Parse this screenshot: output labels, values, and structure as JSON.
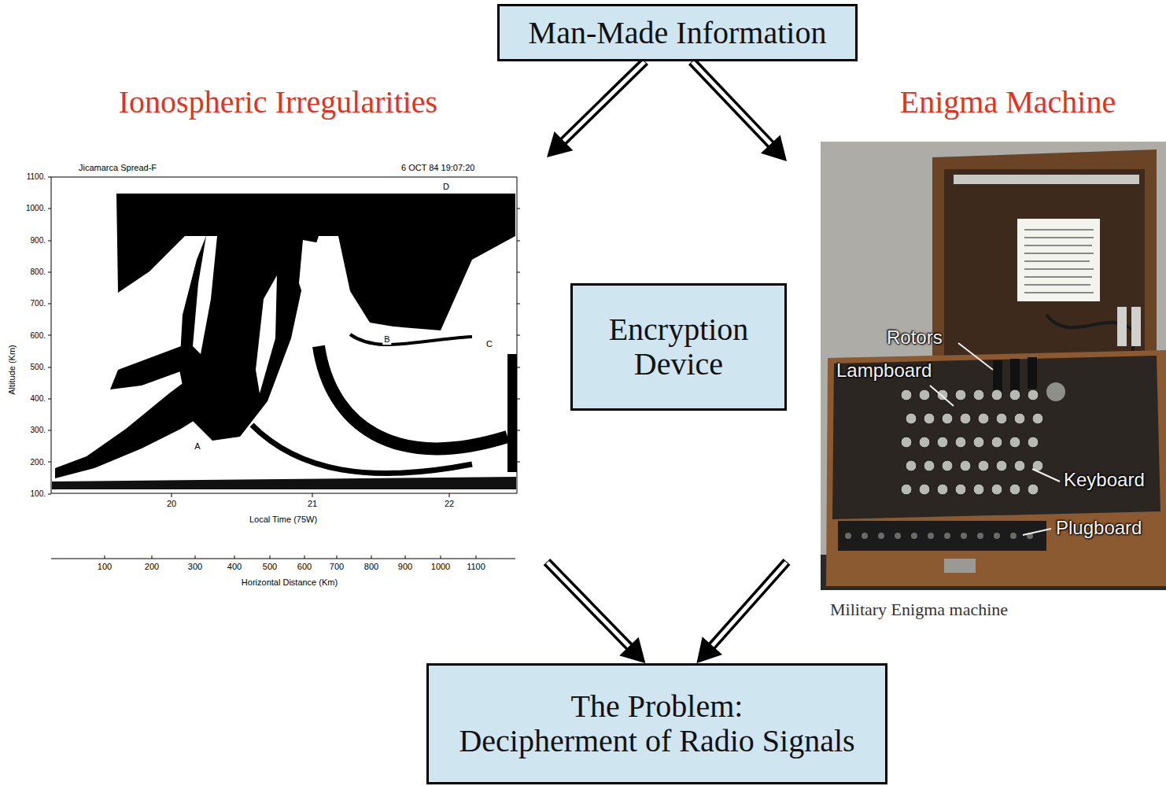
{
  "diagram": {
    "nodes": [
      {
        "text": [
          "Man-Made Information"
        ]
      },
      {
        "text": [
          "Ionospheric Irregularities"
        ]
      },
      {
        "text": [
          "Enigma Machine"
        ]
      },
      {
        "text": [
          "Encryption Device"
        ]
      },
      {
        "text": [
          "The Problem:",
          "Decipherment of Radio Signals"
        ]
      }
    ],
    "edges": [
      {
        "from": 0,
        "to": 1,
        "arrow": "to"
      },
      {
        "from": 0,
        "to": 2,
        "arrow": "to"
      },
      {
        "from": 1,
        "to": 4,
        "arrow": "to"
      },
      {
        "from": 2,
        "to": 4,
        "arrow": "to"
      }
    ],
    "labels": [
      "Jicamarca Spread-F",
      "6 OCT 84 19:07:20",
      "1100.",
      "1000.",
      "900.",
      "800.",
      "700.",
      "600.",
      "500.",
      "400.",
      "300.",
      "200.",
      "100.",
      "Altitude (Km)",
      "D",
      "B",
      "C",
      "A",
      "20",
      "21",
      "22",
      "Local Time (75W)",
      "100",
      "200",
      "300",
      "400",
      "500",
      "600",
      "700",
      "800",
      "900",
      "1000",
      "1100",
      "Horizontal Distance (Km)",
      "Rotors",
      "Lampboard",
      "Keyboard",
      "Plugboard",
      "Military Enigma machine"
    ]
  }
}
